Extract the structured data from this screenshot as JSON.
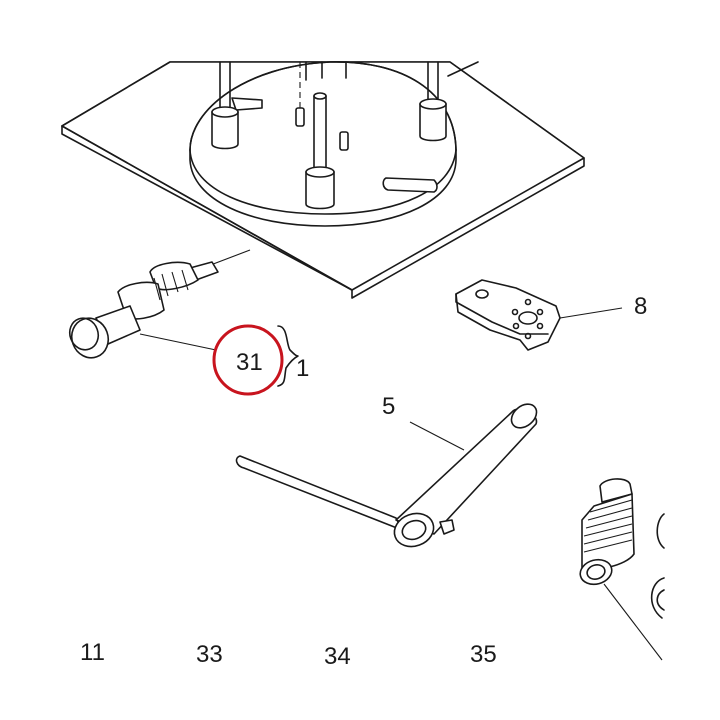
{
  "labels": {
    "part_8": "8",
    "part_5": "5",
    "part_31": "31",
    "part_1": "1",
    "bottom_11": "11",
    "bottom_33": "33",
    "bottom_34": "34",
    "bottom_35": "35"
  },
  "colors": {
    "line": "#1a1a1a",
    "highlight_ring": "#c8141e",
    "background": "#ffffff"
  }
}
